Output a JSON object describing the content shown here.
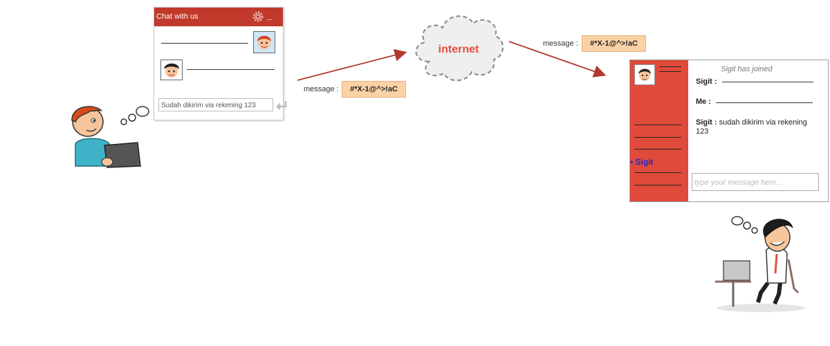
{
  "left_widget": {
    "title": "Chat with us",
    "input_value": "Sudah dikirim via rekening 123"
  },
  "cloud": {
    "label": "internet"
  },
  "message_left": {
    "label": "message :",
    "value": "#*X-1@^>!aC"
  },
  "message_right": {
    "label": "message :",
    "value": "#*X-1@^>!aC"
  },
  "right_window": {
    "joined_notice": "Sigit has joined",
    "line1_sender": "Sigit :",
    "line2_sender": "Me :",
    "line3_sender": "Sigit :",
    "line3_text": "sudah dikirim via rekening",
    "line3_text_cont": "123",
    "sidebar_user": "Sigit",
    "input_placeholder": "type your message here..."
  },
  "colors": {
    "widget_header": "#c0392b",
    "sidebar": "#e04a3a",
    "arrow": "#b03a2e",
    "message_box": "#fbd2a6",
    "cloud_text": "#e74c3c",
    "sidebar_user": "#1a2bd0"
  },
  "icons": [
    "gear-icon",
    "minimize-icon",
    "enter-icon",
    "avatar-icon",
    "thought-bubble-icon"
  ]
}
